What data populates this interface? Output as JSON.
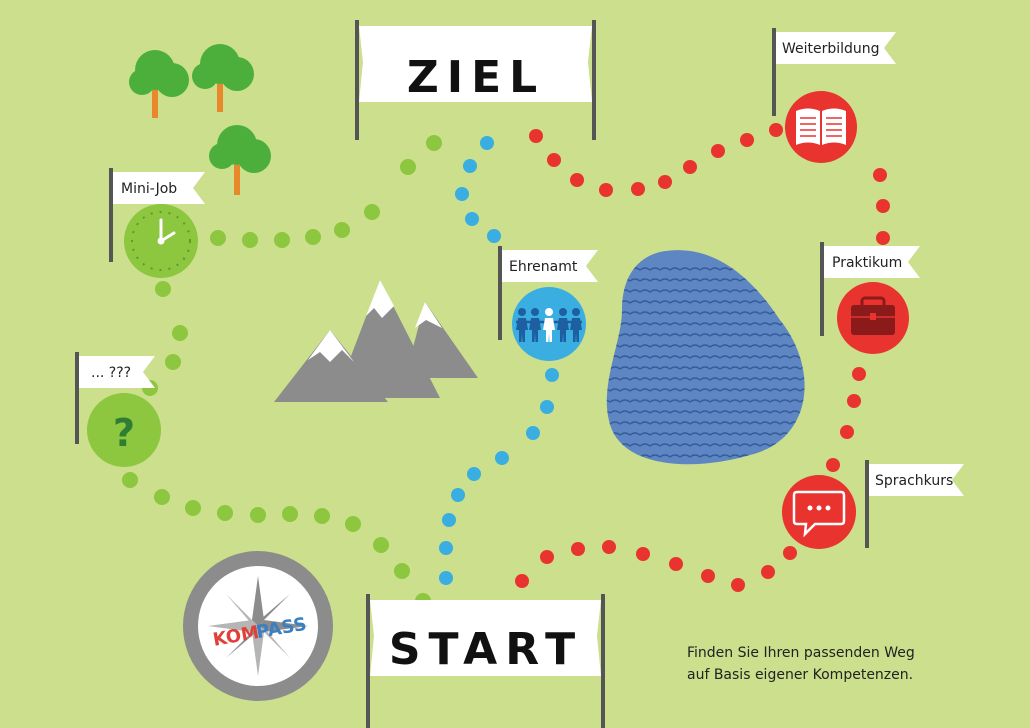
{
  "banners": {
    "goal": "ZIEL",
    "start": "START"
  },
  "flags": {
    "weiterbildung": "Weiterbildung",
    "mini_job": "Mini-Job",
    "ehrenamt": "Ehrenamt",
    "praktikum": "Praktikum",
    "unknown": "... ???",
    "sprachkurs": "Sprachkurs"
  },
  "compass": {
    "logo_part1": "KOM",
    "logo_part2": "PASS"
  },
  "caption": {
    "line1": "Finden Sie Ihren passenden Weg",
    "line2": "auf Basis eigener Kompetenzen."
  },
  "question_mark": "?",
  "colors": {
    "background": "#cbdf8d",
    "green_path": "#8dc63f",
    "blue_path": "#3aaee0",
    "red_path": "#e8332f",
    "lake": "#5e86c2",
    "mountain": "#8c8c8c"
  }
}
